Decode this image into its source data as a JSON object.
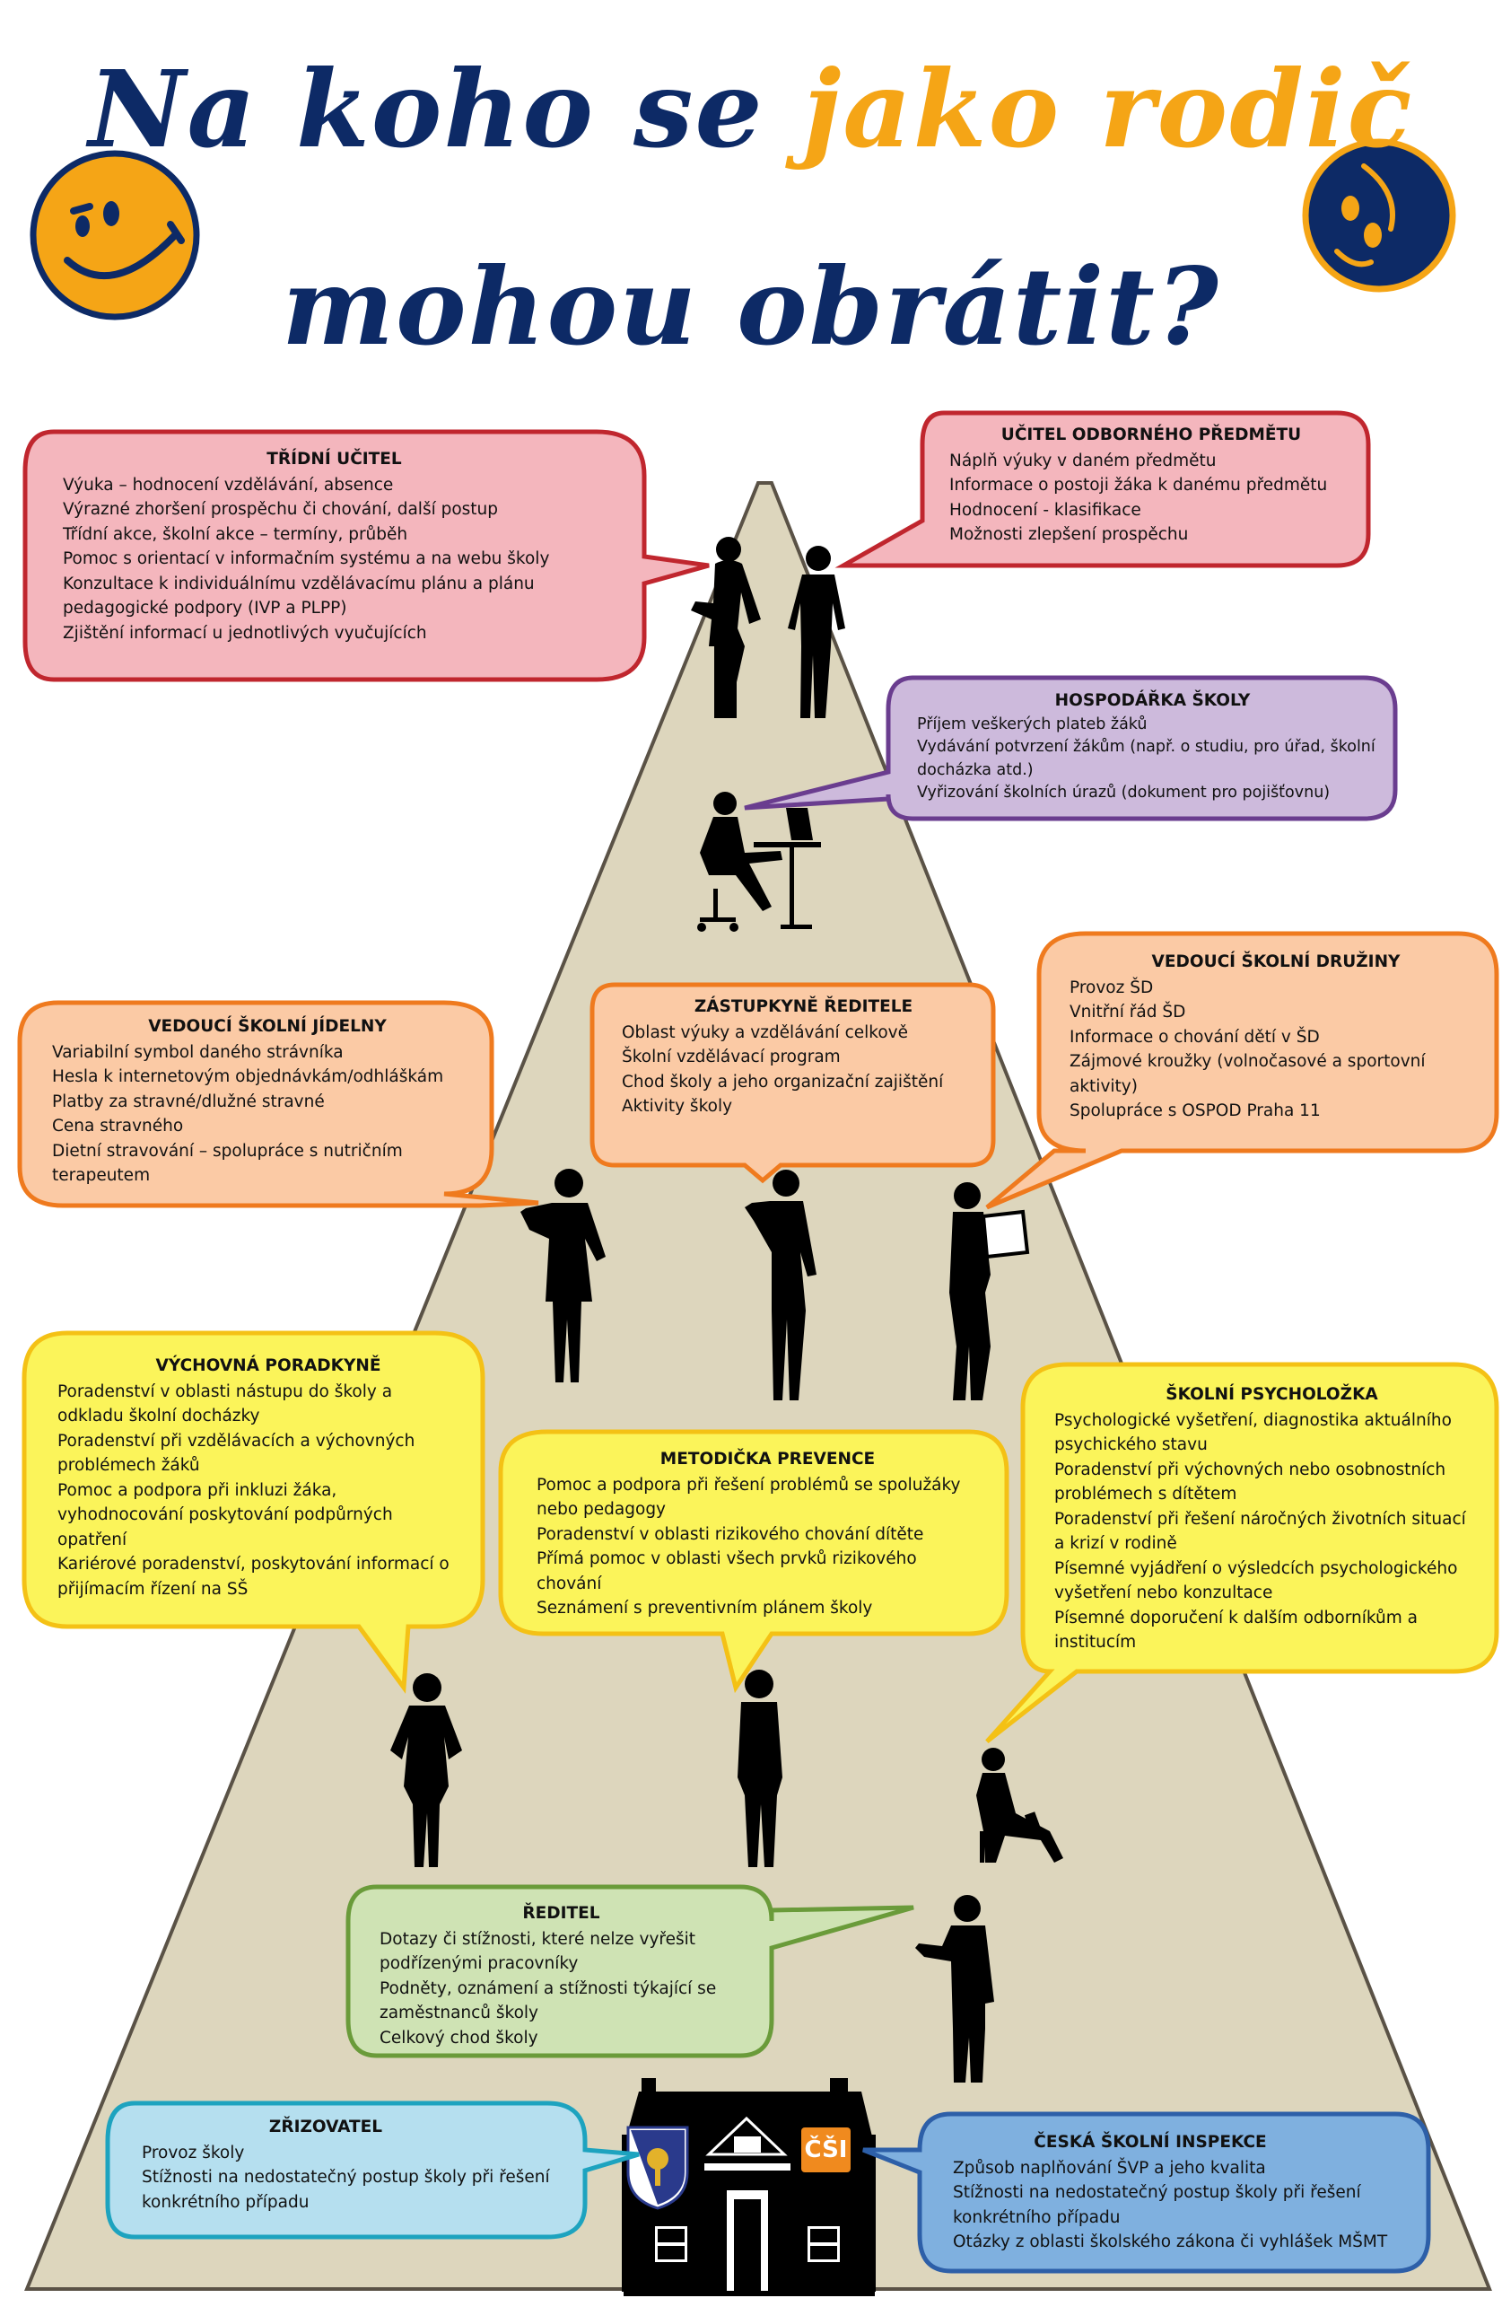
{
  "title": {
    "line1_part1": "Na koho se ",
    "line1_accent": "jako rodič",
    "line2": "mohou obrátit?"
  },
  "colors": {
    "navy": "#0d2a66",
    "orange": "#f5a516",
    "road": "#ddd6bd",
    "pink_fill": "#f4b6bd",
    "pink_border": "#c0262e",
    "purple_fill": "#cdbadc",
    "purple_border": "#6a3d8f",
    "peach_fill": "#fbcaa5",
    "peach_border": "#ef7a1e",
    "yellow_fill": "#fbf45a",
    "yellow_border": "#f4c115",
    "green_fill": "#cfe3b4",
    "green_border": "#6a9b3a",
    "cyan_fill": "#b5dfef",
    "cyan_border": "#1da3bf",
    "blue_fill": "#7fb0df",
    "blue_border": "#2d5fa8"
  },
  "icons": {
    "smiley_left": "happy-smiley-icon",
    "smiley_right": "sad-smiley-icon",
    "building": "school-building-icon"
  },
  "logos": {
    "left": "city-district-coat-of-arms",
    "right": "ČŠI"
  },
  "bubbles": {
    "tridni": {
      "heading": "TŘÍDNÍ UČITEL",
      "items": [
        "Výuka – hodnocení vzdělávání, absence",
        "Výrazné zhoršení prospěchu či chování, další postup",
        "Třídní akce, školní akce – termíny, průběh",
        "Pomoc s orientací v informačním systému a na webu školy",
        "Konzultace k individuálnímu vzdělávacímu plánu a plánu",
        "pedagogické podpory (IVP a PLPP)",
        "Zjištění informací u jednotlivých vyučujících"
      ]
    },
    "odborny": {
      "heading": "UČITEL ODBORNÉHO PŘEDMĚTU",
      "items": [
        "Náplň výuky v daném předmětu",
        "Informace o postoji žáka k danému předmětu",
        "Hodnocení -  klasifikace",
        "Možnosti zlepšení prospěchu"
      ]
    },
    "hospodarka": {
      "heading": "HOSPODÁŘKA ŠKOLY",
      "items": [
        "Příjem veškerých plateb žáků",
        "Vydávání potvrzení žákům (např. o studiu, pro úřad, školní",
        "docházka atd.)",
        "Vyřizování školních  úrazů (dokument pro pojišťovnu)"
      ]
    },
    "jidelna": {
      "heading": "VEDOUCÍ ŠKOLNÍ JÍDELNY",
      "items": [
        "Variabilní symbol daného strávníka",
        "Hesla k internetovým objednávkám/odhláškám",
        "Platby za stravné/dlužné stravné",
        "Cena stravného",
        "Dietní stravování – spolupráce s nutričním",
        "terapeutem"
      ]
    },
    "zastupkyne": {
      "heading": "ZÁSTUPKYNĚ ŘEDITELE",
      "items": [
        "Oblast výuky a vzdělávání celkově",
        "Školní vzdělávací program",
        "Chod školy a jeho organizační zajištění",
        "Aktivity školy"
      ]
    },
    "druzina": {
      "heading": "VEDOUCÍ ŠKOLNÍ DRUŽINY",
      "items": [
        "Provoz ŠD",
        "Vnitřní řád ŠD",
        "Informace o chování dětí v ŠD",
        "Zájmové kroužky (volnočasové a sportovní",
        "aktivity)",
        "Spolupráce s OSPOD Praha 11"
      ]
    },
    "vychovna": {
      "heading": "VÝCHOVNÁ PORADKYNĚ",
      "items": [
        "Poradenství v oblasti nástupu do školy a",
        "odkladu školní docházky",
        "Poradenství při vzdělávacích a výchovných",
        "problémech žáků",
        "Pomoc a podpora při inkluzi žáka,",
        "vyhodnocování poskytování podpůrných",
        "opatření",
        "Kariérové poradenství, poskytování informací o",
        "přijímacím řízení na SŠ"
      ]
    },
    "metodicka": {
      "heading": "METODIČKA PREVENCE",
      "items": [
        "Pomoc a podpora při řešení problémů se spolužáky",
        "nebo pedagogy",
        "Poradenství v oblasti rizikového chování dítěte",
        "Přímá pomoc v oblasti všech prvků rizikového",
        "chování",
        "Seznámení s preventivním plánem školy"
      ]
    },
    "psycholozka": {
      "heading": "ŠKOLNÍ PSYCHOLOŽKA",
      "items": [
        "Psychologické vyšetření, diagnostika aktuálního",
        "psychického stavu",
        "Poradenství při výchovných nebo osobnostních",
        "problémech s dítětem",
        "Poradenství při řešení náročných životních situací",
        "a krizí v rodině",
        "Písemné vyjádření o výsledcích psychologického",
        "vyšetření nebo konzultace",
        "Písemné doporučení k dalším odborníkům a",
        "institucím"
      ]
    },
    "reditel": {
      "heading": "ŘEDITEL",
      "items": [
        "Dotazy či stížnosti, které nelze vyřešit",
        "podřízenými pracovníky",
        "Podněty, oznámení a stížnosti týkající se",
        "zaměstnanců školy",
        "Celkový chod školy"
      ]
    },
    "zrizovatel": {
      "heading": "ZŘIZOVATEL",
      "items": [
        "Provoz školy",
        "Stížnosti na nedostatečný postup školy při řešení",
        "konkrétního případu"
      ]
    },
    "inspekce": {
      "heading": "ČESKÁ ŠKOLNÍ INSPEKCE",
      "items": [
        "Způsob naplňování ŠVP a jeho kvalita",
        "Stížnosti na nedostatečný postup školy při řešení",
        "konkrétního případu",
        "Otázky z oblasti školského zákona či vyhlášek MŠMT"
      ]
    }
  }
}
